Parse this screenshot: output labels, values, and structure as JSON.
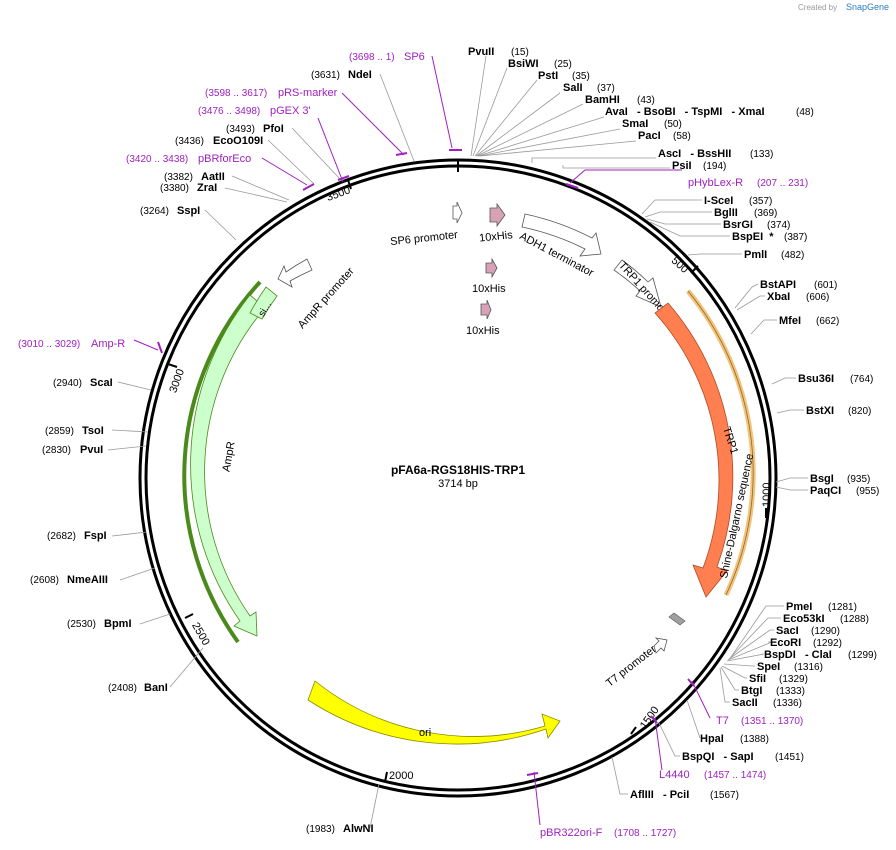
{
  "credit": {
    "created_by": "Created by",
    "app": "SnapGene"
  },
  "plasmid": {
    "name": "pFA6a-RGS18HIS-TRP1",
    "length_label": "3714 bp",
    "length": 3714
  },
  "ticks": [
    "500",
    "1000",
    "1500",
    "2000",
    "2500",
    "3000",
    "3500"
  ],
  "sites": [
    {
      "name": "PvuII",
      "pos": "(15)"
    },
    {
      "name": "BsiWI",
      "pos": "(25)"
    },
    {
      "name": "PstI",
      "pos": "(35)"
    },
    {
      "name": "SalI",
      "pos": "(37)"
    },
    {
      "name": "BamHI",
      "pos": "(43)"
    },
    {
      "name": "AvaI   - BsoBI   - TspMI   - XmaI",
      "pos": "(48)"
    },
    {
      "name": "SmaI",
      "pos": "(50)"
    },
    {
      "name": "PacI",
      "pos": "(58)"
    },
    {
      "name": "AscI   - BssHII",
      "pos": "(133)"
    },
    {
      "name": "PsiI",
      "pos": "(194)"
    },
    {
      "name": "I-SceI",
      "pos": "(357)"
    },
    {
      "name": "BglII",
      "pos": "(369)"
    },
    {
      "name": "BsrGI",
      "pos": "(374)"
    },
    {
      "name": "BspEI  *",
      "pos": "(387)"
    },
    {
      "name": "PmlI",
      "pos": "(482)"
    },
    {
      "name": "BstAPI",
      "pos": "(601)"
    },
    {
      "name": "XbaI",
      "pos": "(606)"
    },
    {
      "name": "MfeI",
      "pos": "(662)"
    },
    {
      "name": "Bsu36I",
      "pos": "(764)"
    },
    {
      "name": "BstXI",
      "pos": "(820)"
    },
    {
      "name": "BsgI",
      "pos": "(935)"
    },
    {
      "name": "PaqCI",
      "pos": "(955)"
    },
    {
      "name": "PmeI",
      "pos": "(1281)"
    },
    {
      "name": "Eco53kI",
      "pos": "(1288)"
    },
    {
      "name": "SacI",
      "pos": "(1290)"
    },
    {
      "name": "EcoRI",
      "pos": "(1292)"
    },
    {
      "name": "BspDI   - ClaI",
      "pos": "(1299)"
    },
    {
      "name": "SpeI",
      "pos": "(1316)"
    },
    {
      "name": "SfiI",
      "pos": "(1329)"
    },
    {
      "name": "BtgI",
      "pos": "(1333)"
    },
    {
      "name": "SacII",
      "pos": "(1336)"
    },
    {
      "name": "HpaI",
      "pos": "(1388)"
    },
    {
      "name": "BspQI   - SapI",
      "pos": "(1451)"
    },
    {
      "name": "AflIII   - PciI",
      "pos": "(1567)"
    },
    {
      "name": "AlwNI",
      "pos": "(1983)"
    },
    {
      "name": "BanI",
      "pos": "(2408)"
    },
    {
      "name": "BpmI",
      "pos": "(2530)"
    },
    {
      "name": "NmeAIII",
      "pos": "(2608)"
    },
    {
      "name": "FspI",
      "pos": "(2682)"
    },
    {
      "name": "PvuI",
      "pos": "(2830)"
    },
    {
      "name": "TsoI",
      "pos": "(2859)"
    },
    {
      "name": "ScaI",
      "pos": "(2940)"
    },
    {
      "name": "SspI",
      "pos": "(3264)"
    },
    {
      "name": "ZraI",
      "pos": "(3380)"
    },
    {
      "name": "AatII",
      "pos": "(3382)"
    },
    {
      "name": "EcoO109I",
      "pos": "(3436)"
    },
    {
      "name": "PfoI",
      "pos": "(3493)"
    },
    {
      "name": "NdeI",
      "pos": "(3631)"
    }
  ],
  "primers": [
    {
      "name": "SP6",
      "pos": "(3698 .. 1)"
    },
    {
      "name": "pRS-marker",
      "pos": "(3598 .. 3617)"
    },
    {
      "name": "pGEX 3'",
      "pos": "(3476 .. 3498)"
    },
    {
      "name": "pBRforEco",
      "pos": "(3420 .. 3438)"
    },
    {
      "name": "pHybLex-R",
      "pos": "(207 .. 231)"
    },
    {
      "name": "Amp-R",
      "pos": "(3010 .. 3029)"
    },
    {
      "name": "T7",
      "pos": "(1351 .. 1370)"
    },
    {
      "name": "L4440",
      "pos": "(1457 .. 1474)"
    },
    {
      "name": "pBR322ori-F",
      "pos": "(1708 .. 1727)"
    }
  ],
  "features": {
    "sp6_promoter": "SP6 promoter",
    "his1": "10xHis",
    "his2": "10xHis",
    "his3": "10xHis",
    "adh1": "ADH1 terminator",
    "trp1_promoter": "TRP1 promoter",
    "trp1": "TRP1",
    "shine": "Shine-Dalgarno sequence",
    "t7_promoter": "T7 promoter",
    "ori": "ori",
    "ampr": "AmpR",
    "ampr_promoter": "AmpR promoter",
    "signal": "si..."
  },
  "colors": {
    "backbone": "#000000",
    "primer": "#a020c0",
    "trp1": "#ff7f50",
    "trp1_outline": "#f5c27a",
    "ori": "#ffff00",
    "ampr": "#ccffcc",
    "ampr_outline": "#4a8a1a",
    "his": "#d8a2b6",
    "promoter": "#ffffff",
    "sd": "#a0a0a0"
  }
}
